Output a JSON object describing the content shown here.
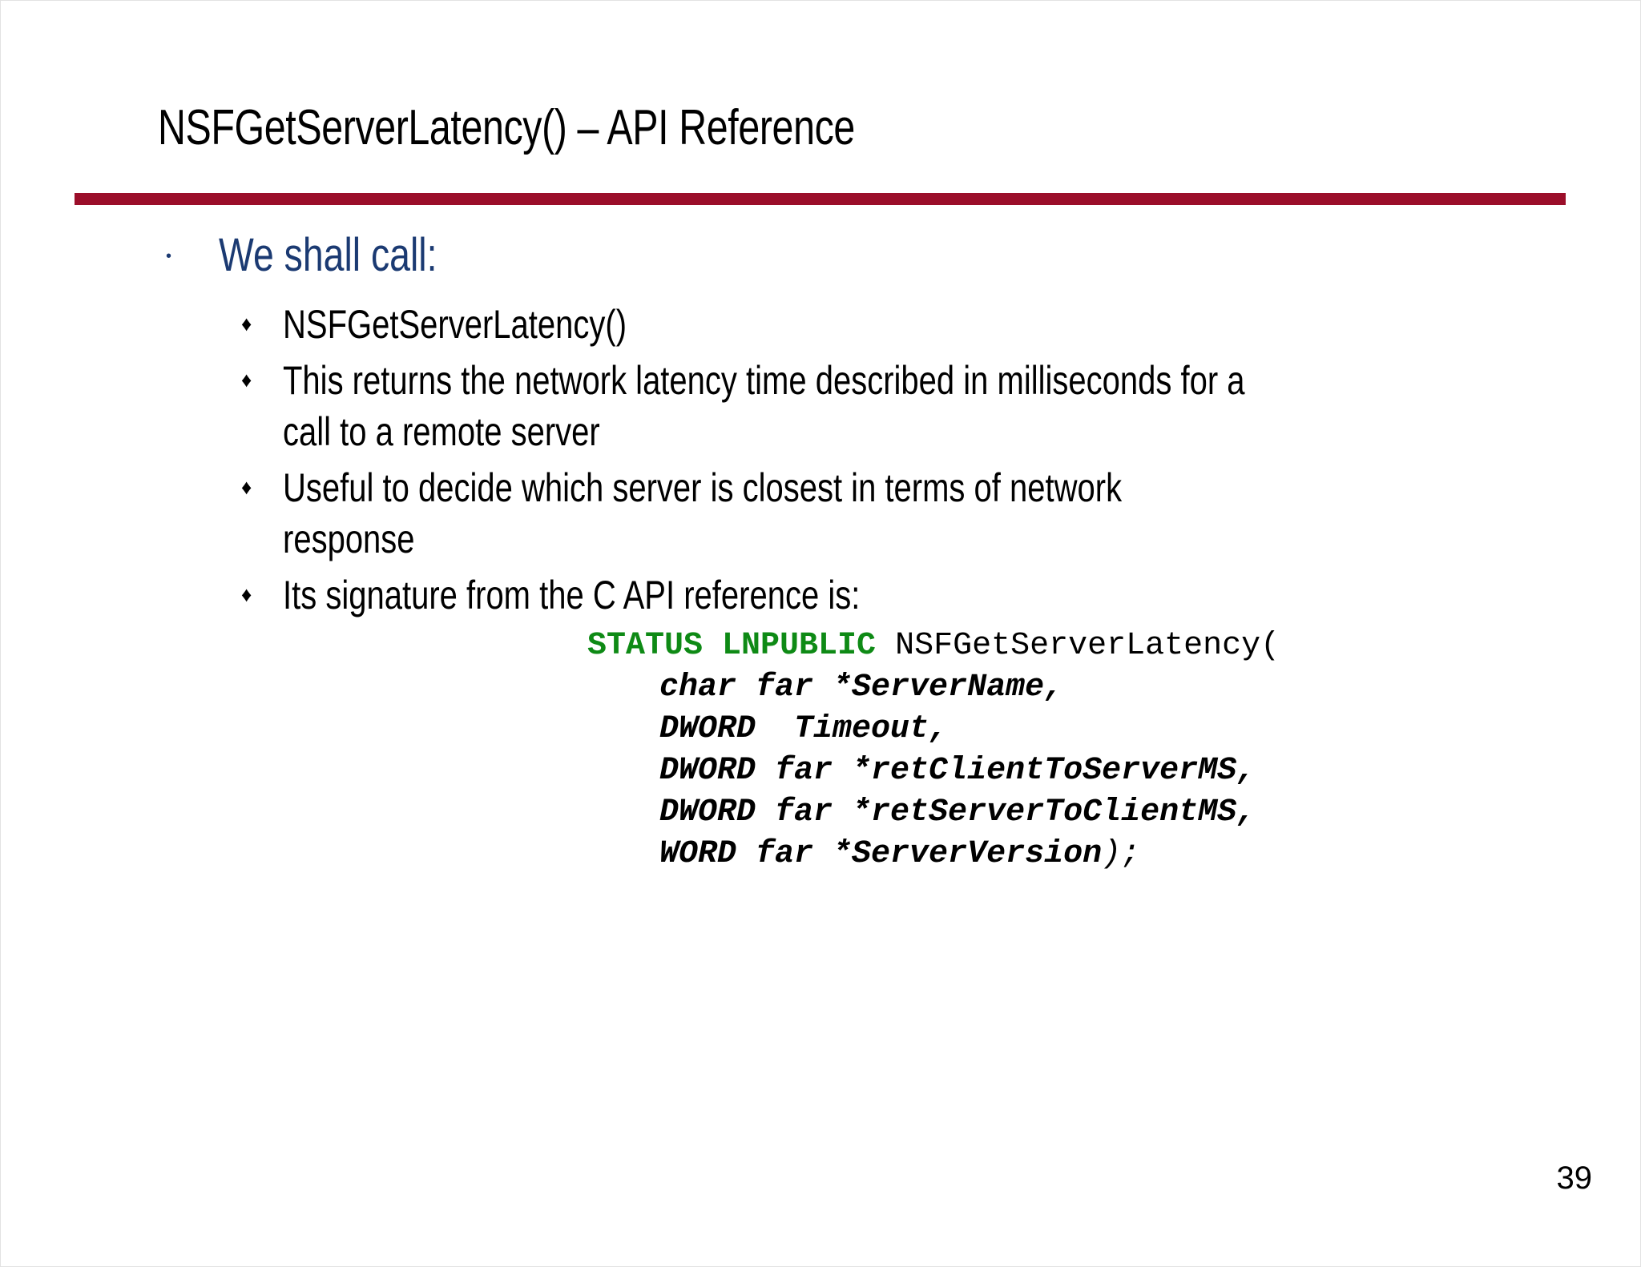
{
  "slide": {
    "title": "NSFGetServerLatency() – API Reference",
    "page_number": "39",
    "colors": {
      "rule": "#9B0E2A",
      "level1_text": "#1B3A72",
      "code_keyword": "#0E8A15",
      "body_text": "#000000",
      "background": "#FFFFFF"
    },
    "bullets": {
      "level1_marker": "•",
      "level2_marker": "♦"
    },
    "content": {
      "heading": "We shall call:",
      "items": [
        "NSFGetServerLatency()",
        "This returns the network latency time described in milliseconds for a call to a remote server",
        "Useful to decide which server is closest in terms of network response",
        "Its signature from the C API reference is:"
      ]
    },
    "code": {
      "keyword": "STATUS LNPUBLIC",
      "function": " NSFGetServerLatency(",
      "params": [
        "char far *ServerName,",
        "DWORD  Timeout,",
        "DWORD far *retClientToServerMS,",
        "DWORD far *retServerToClientMS,",
        "WORD far *ServerVersion"
      ],
      "terminator": ");"
    }
  }
}
